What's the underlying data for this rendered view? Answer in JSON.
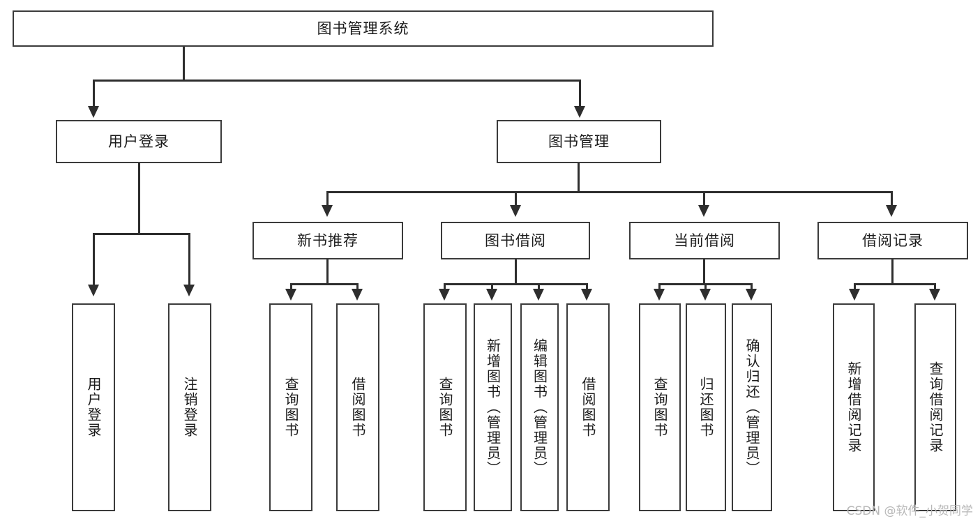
{
  "diagram": {
    "title": "图书管理系统",
    "watermark": "CSDN @软件_小贺同学",
    "nodes": {
      "root": "图书管理系统",
      "level1": [
        "用户登录",
        "图书管理"
      ],
      "level2": [
        "新书推荐",
        "图书借阅",
        "当前借阅",
        "借阅记录"
      ],
      "leaves": {
        "user_login": [
          "用户登录",
          "注销登录"
        ],
        "new_book": [
          "查询图书",
          "借阅图书"
        ],
        "borrow_book": [
          "查询图书",
          "新增图书（管理员）",
          "编辑图书（管理员）",
          "借阅图书"
        ],
        "current_borrow": [
          "查询图书",
          "归还图书",
          "确认归还（管理员）"
        ],
        "borrow_record": [
          "新增借阅记录",
          "查询借阅记录"
        ]
      }
    },
    "colors": {
      "stroke": "#3b3b3b",
      "edge": "#2e2e2e",
      "text": "#1c1c1c",
      "background": "#ffffff",
      "watermark": "#b8b8b8"
    }
  }
}
